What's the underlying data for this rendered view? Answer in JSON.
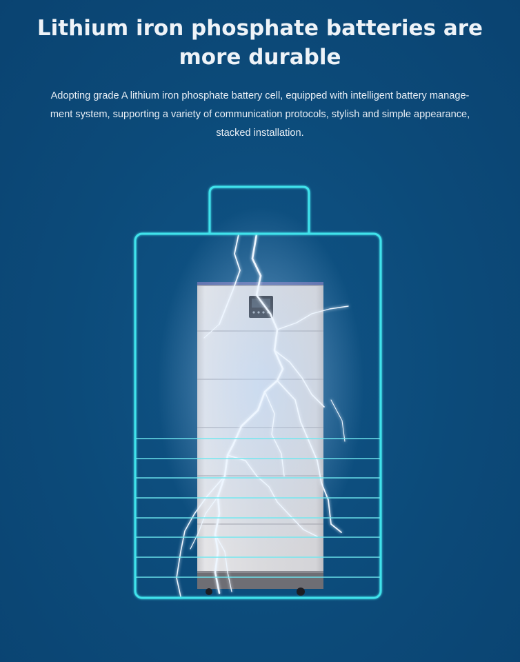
{
  "header": {
    "title_line1": "Lithium iron phosphate batteries are",
    "title_line2": "more durable"
  },
  "description": {
    "line1": "Adopting grade A lithium iron phosphate battery cell, equipped with intelligent battery manage-",
    "line2": "ment system, supporting a variety of communication protocols, stylish and simple appearance,",
    "line3": "stacked installation."
  },
  "colors": {
    "background": "#0c4a79",
    "outline": "#3fe3ec",
    "battery_body": "#d9d9dc",
    "lightning": "#e6f2ff"
  },
  "icons": [
    "battery-outline-icon",
    "lightning-icon",
    "display-panel-icon"
  ]
}
